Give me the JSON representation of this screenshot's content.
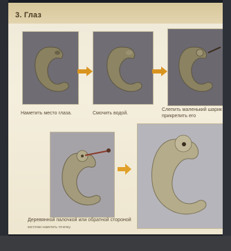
{
  "section_title": "3. Глаз",
  "steps": [
    {
      "caption": "Наметить место глаза."
    },
    {
      "caption": "Смочить водой."
    },
    {
      "caption_line1": "Слепить маленький шарик и",
      "caption_line2": "прикрепить его"
    },
    {
      "caption_line1": "Деревянной палочкой или обратной стороной",
      "caption_line2": "кисточки наметить точечку."
    }
  ],
  "colors": {
    "page": "#f1ebda",
    "title_band": "#dccda4",
    "arrow": "#d9941e",
    "clay": "#8d8464"
  }
}
